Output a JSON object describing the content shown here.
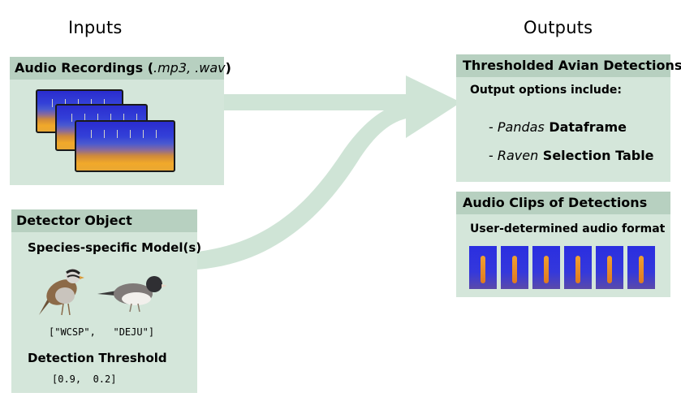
{
  "inputs_title": "Inputs",
  "outputs_title": "Outputs",
  "audio_panel": {
    "title_prefix": "Audio Recordings (",
    "title_formats": ".mp3, .wav",
    "title_suffix": ")"
  },
  "detector_panel": {
    "title": "Detector Object",
    "models_label": "Species-specific Model(s)",
    "species_codes": "[\"WCSP\",   \"DEJU\"]",
    "threshold_label": "Detection Threshold",
    "threshold_values": "[0.9,  0.2]"
  },
  "detections_panel": {
    "title": "Thresholded Avian Detections",
    "subtitle": "Output options include:",
    "options": [
      {
        "dash": "- ",
        "italic": "Pandas",
        "bold": " Dataframe"
      },
      {
        "dash": "- ",
        "italic": "Raven",
        "bold": " Selection Table"
      }
    ]
  },
  "clips_panel": {
    "title": "Audio Clips of Detections",
    "subtitle": "User-determined audio format"
  },
  "colors": {
    "panel_bg": "#d4e6da",
    "panel_header": "#b7d0c0",
    "flow_arrow": "#cfe4d6"
  },
  "icons": [
    "spectrogram-icon",
    "white-crowned-sparrow-icon",
    "dark-eyed-junco-icon",
    "flow-arrow-icon"
  ]
}
